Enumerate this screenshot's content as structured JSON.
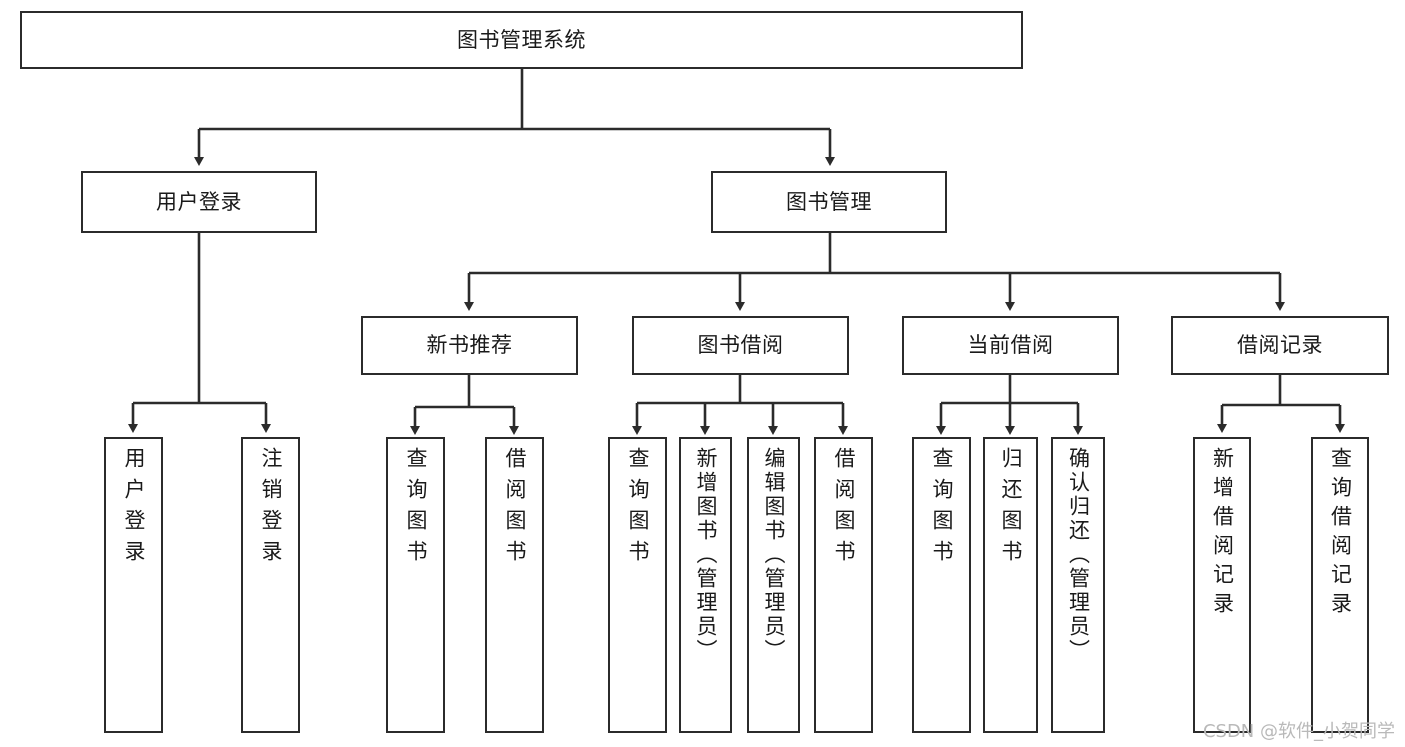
{
  "diagram": {
    "title_node": {
      "label": "图书管理系统"
    },
    "level2": [
      {
        "id": "user-login",
        "label": "用户登录"
      },
      {
        "id": "book-management",
        "label": "图书管理"
      }
    ],
    "level3": [
      {
        "id": "new-book-recommend",
        "label": "新书推荐"
      },
      {
        "id": "book-borrow",
        "label": "图书借阅"
      },
      {
        "id": "current-borrow",
        "label": "当前借阅"
      },
      {
        "id": "borrow-record",
        "label": "借阅记录"
      }
    ],
    "leaves": [
      {
        "id": "leaf-user-login",
        "label": "用户登录",
        "parent": "user-login"
      },
      {
        "id": "leaf-logout-login",
        "label": "注销登录",
        "parent": "user-login"
      },
      {
        "id": "leaf-query-book-1",
        "label": "查询图书",
        "parent": "new-book-recommend"
      },
      {
        "id": "leaf-borrow-book-1",
        "label": "借阅图书",
        "parent": "new-book-recommend"
      },
      {
        "id": "leaf-query-book-2",
        "label": "查询图书",
        "parent": "book-borrow"
      },
      {
        "id": "leaf-add-book",
        "label": "新增图书（管理员）",
        "parent": "book-borrow"
      },
      {
        "id": "leaf-edit-book",
        "label": "编辑图书（管理员）",
        "parent": "book-borrow"
      },
      {
        "id": "leaf-borrow-book-2",
        "label": "借阅图书",
        "parent": "book-borrow"
      },
      {
        "id": "leaf-query-book-3",
        "label": "查询图书",
        "parent": "current-borrow"
      },
      {
        "id": "leaf-return-book",
        "label": "归还图书",
        "parent": "current-borrow"
      },
      {
        "id": "leaf-confirm-return",
        "label": "确认归还（管理员）",
        "parent": "current-borrow"
      },
      {
        "id": "leaf-add-record",
        "label": "新增借阅记录",
        "parent": "borrow-record"
      },
      {
        "id": "leaf-query-record",
        "label": "查询借阅记录",
        "parent": "borrow-record"
      }
    ]
  },
  "watermark": {
    "text": "CSDN @软件_小贺同学"
  },
  "colors": {
    "stroke": "#2b2b2b",
    "fill": "#ffffff",
    "text": "#1a1a1a",
    "watermark": "#b9b9b9"
  }
}
